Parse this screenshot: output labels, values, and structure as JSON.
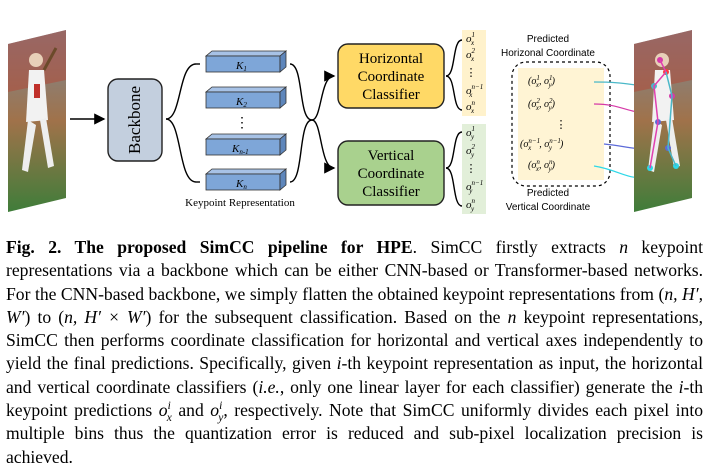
{
  "diagram": {
    "backbone_label": "Backbone",
    "keypoints": [
      "K",
      "K",
      "K",
      "K"
    ],
    "keypoint_subs": [
      "1",
      "2",
      "n-1",
      "n"
    ],
    "keypoint_dots": "⋮",
    "keypoint_caption": "Keypoint Representation",
    "horizontal_classifier": [
      "Horizontal",
      "Coordinate",
      "Classifier"
    ],
    "vertical_classifier": [
      "Vertical",
      "Coordinate",
      "Classifier"
    ],
    "pred_horizontal_label": [
      "Predicted",
      "Horizonal Coordinate"
    ],
    "pred_vertical_label": [
      "Predicted",
      "Vertical Coordinate"
    ],
    "x_outputs": [
      "o",
      "o",
      "o",
      "o"
    ],
    "x_sups": [
      "1",
      "2",
      "n−1",
      "n"
    ],
    "y_sups": [
      "1",
      "2",
      "n−1",
      "n"
    ],
    "coord_pairs": [
      "(o",
      "(o",
      "(o",
      "(o"
    ],
    "colors": {
      "keypoint_fill": "#7ea6d8",
      "backbone_fill": "#c3cfde",
      "horizontal_fill": "#ffd966",
      "vertical_fill": "#a9d18e",
      "x_column": "#fff2cc",
      "y_column": "#e2efd9",
      "pred_box": "#fff2cc"
    }
  },
  "caption": {
    "label": "Fig. 2. The proposed SimCC pipeline for HPE",
    "text_1": ". SimCC firstly extracts ",
    "n1": "n",
    "text_2": " keypoint representations via a backbone which can be either CNN-based or Transformer-based networks. For the CNN-based backbone, we simply flatten the obtained keypoint representations from (",
    "shape_from": "n, H′, W′",
    "text_3": ") to (",
    "shape_to": "n, H′ × W′",
    "text_4": ") for the subsequent classification. Based on the ",
    "n2": "n",
    "text_5": " keypoint representations, SimCC then performs coordinate classification for horizontal and vertical axes independently to yield the final predictions. Specifically, given ",
    "i1": "i",
    "text_6": "-th keypoint representation as input, the horizontal and vertical coordinate classifiers (",
    "ie": "i.e.",
    "text_7": ", only one linear layer for each classifier) generate the ",
    "i2": "i",
    "text_8": "-th keypoint predictions ",
    "text_9": " and ",
    "text_10": ", respectively. Note that SimCC uniformly divides each pixel into multiple bins thus the quantization error is reduced and sub-pixel localization precision is achieved."
  }
}
